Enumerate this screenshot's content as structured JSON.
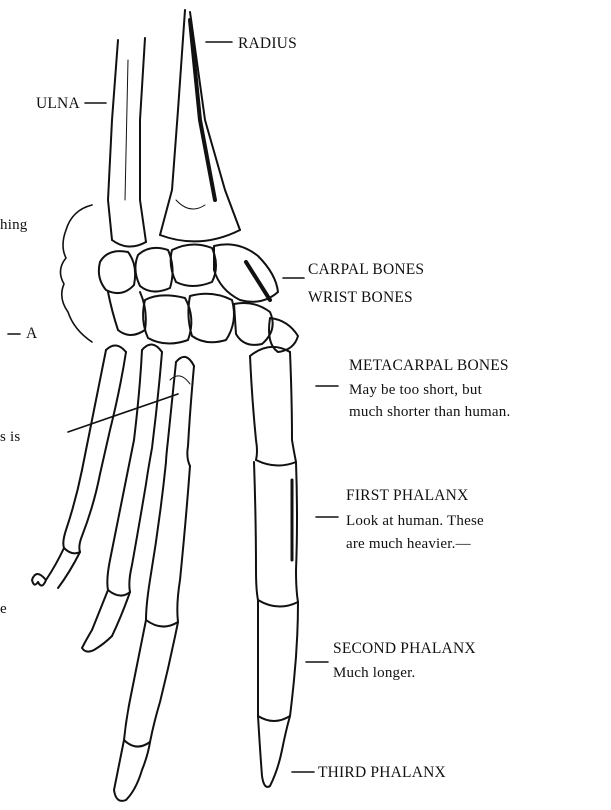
{
  "labels": {
    "radius": "RADIUS",
    "ulna": "ULNA",
    "carpal_title": "CARPAL BONES",
    "carpal_sub": "WRIST BONES",
    "metacarpal_title": "METACARPAL BONES",
    "metacarpal_note_1": "May be too short, but",
    "metacarpal_note_2": "much shorter than human.",
    "first_phalanx_title": "FIRST PHALANX",
    "first_phalanx_note_1": "Look at human. These",
    "first_phalanx_note_2": "are much heavier.—",
    "second_phalanx_title": "SECOND PHALANX",
    "second_phalanx_note": "Much longer.",
    "third_phalanx_title": "THIRD PHALANX",
    "left_fragment_1": "hing",
    "left_fragment_2": "A",
    "left_fragment_3": "s is",
    "left_fragment_4": "e"
  },
  "colors": {
    "ink": "#111111",
    "paper": "#ffffff"
  }
}
